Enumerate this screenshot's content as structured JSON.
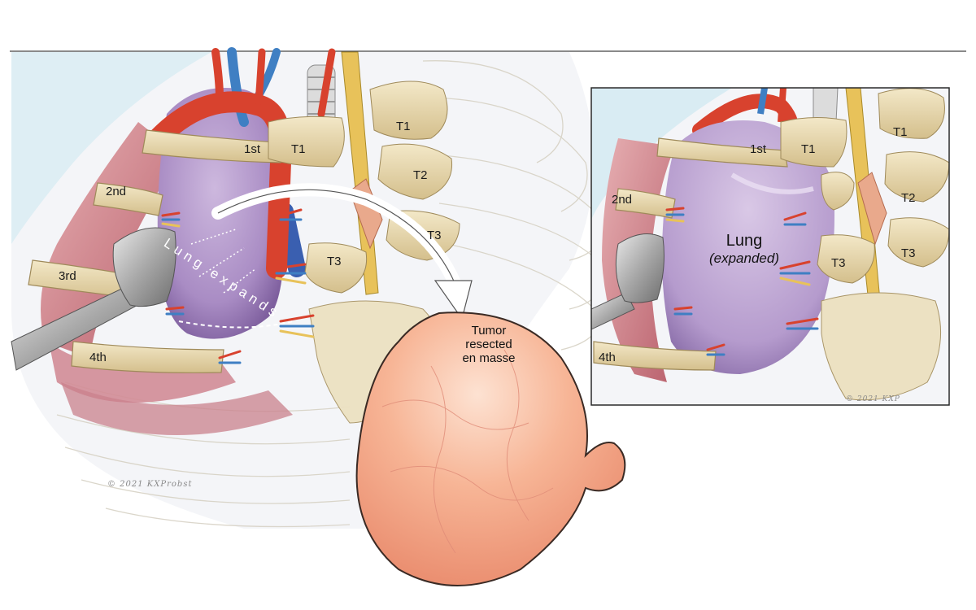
{
  "main_illustration": {
    "rib_labels": [
      "1st",
      "2nd",
      "3rd",
      "4th"
    ],
    "vertebra_labels": [
      "T1",
      "T1",
      "T2",
      "T3",
      "T3"
    ],
    "lung_caption": "Lung expands",
    "tumor_label": [
      "Tumor",
      "resected",
      "en masse"
    ],
    "credit": "© 2021 KXProbst"
  },
  "inset_illustration": {
    "rib_labels": [
      "1st",
      "2nd",
      "4th"
    ],
    "vertebra_labels": [
      "T1",
      "T1",
      "T2",
      "T3",
      "T3"
    ],
    "lung_label": "Lung",
    "lung_state": "(expanded)",
    "credit": "© 2021 KXP"
  },
  "colors": {
    "lung": "#b9a2cf",
    "artery": "#d8422e",
    "vein": "#3f7fc3",
    "bone": "#e8d8ae",
    "muscle": "#cf8a93",
    "tumor": "#f4a88a",
    "spinal_cord": "#e8c25a"
  }
}
